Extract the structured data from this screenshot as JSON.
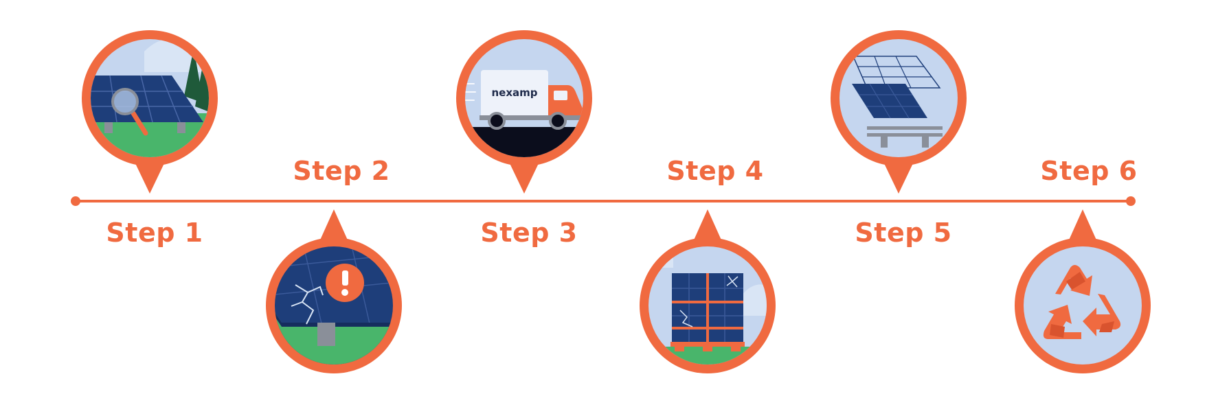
{
  "colors": {
    "accent": "#f06a40",
    "sky": "#c5d6ef",
    "sky_light": "#d9e5f5",
    "panel": "#1e3e7a",
    "panel_dark": "#152d5e",
    "grass": "#49b56b",
    "tree": "#1f5a3a",
    "post": "#8a8f99",
    "road": "#0b0d1c",
    "truck_white": "#eef2fa",
    "white": "#ffffff"
  },
  "steps": [
    {
      "label": "Step 1",
      "icon": "solar-inspection-icon"
    },
    {
      "label": "Step 2",
      "icon": "damaged-panel-alert-icon"
    },
    {
      "label": "Step 3",
      "icon": "delivery-truck-icon"
    },
    {
      "label": "Step 4",
      "icon": "packed-panels-pallet-icon"
    },
    {
      "label": "Step 5",
      "icon": "panel-disassembly-icon"
    },
    {
      "label": "Step 6",
      "icon": "recycle-icon"
    }
  ],
  "truck": {
    "brand": "nexamp"
  }
}
